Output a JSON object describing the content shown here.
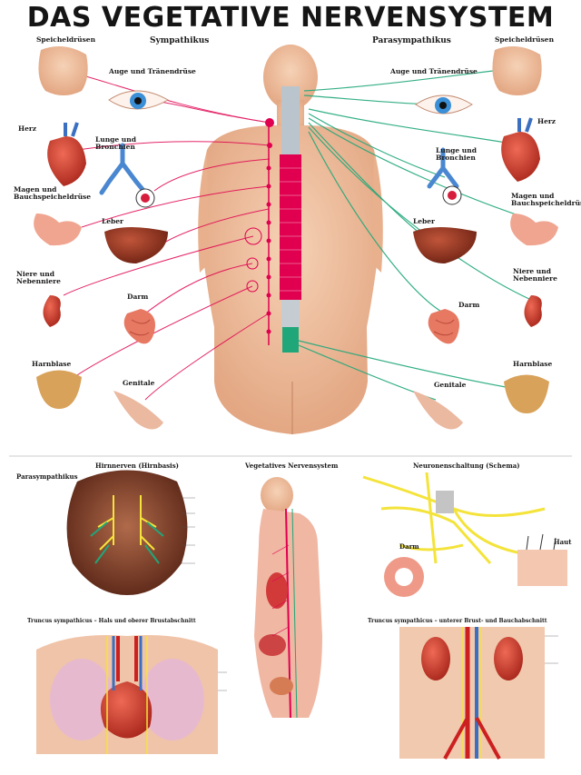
{
  "title": "DAS VEGETATIVE NERVENSYSTEM",
  "top": {
    "left_header": "Sympathikus",
    "right_header": "Parasympathikus",
    "organs_left": [
      "Speicheldrüsen",
      "Auge und Tränendrüse",
      "Herz",
      "Lunge und Bronchien",
      "Magen und Bauchspeicheldrüse",
      "Leber",
      "Niere und Nebenniere",
      "Darm",
      "Harnblase",
      "Genitale"
    ],
    "organs_right": [
      "Speicheldrüsen",
      "Auge und Tränendrüse",
      "Herz",
      "Lunge und Bronchien",
      "Magen und Bauchspeicheldrüse",
      "Leber",
      "Niere und Nebenniere",
      "Darm",
      "Harnblase",
      "Genitale"
    ]
  },
  "panels": {
    "brain_title": "Hirnnerven (Hirnbasis)",
    "brain_side": "Parasympathikus",
    "body_title": "Vegetatives Nervensystem",
    "schema_title": "Neuronenschaltung (Schema)",
    "darm_label": "Darm",
    "haut_label": "Haut",
    "thorax_title": "Truncus sympathicus – Hals und oberer Brustabschnitt",
    "abdomen_title": "Truncus sympathicus – unterer Brust- und Bauchabschnitt"
  },
  "colors": {
    "sympathetic": "#e0004f",
    "parasympathetic": "#1fa77a",
    "skin": "#f2c3a1",
    "nerve_yellow": "#f4e33a"
  },
  "icons": [
    "eye-icon",
    "heart-icon",
    "lung-icon",
    "stomach-icon",
    "liver-icon",
    "kidney-icon",
    "intestine-icon",
    "bladder-icon",
    "genital-icon",
    "face-icon",
    "brain-icon"
  ]
}
